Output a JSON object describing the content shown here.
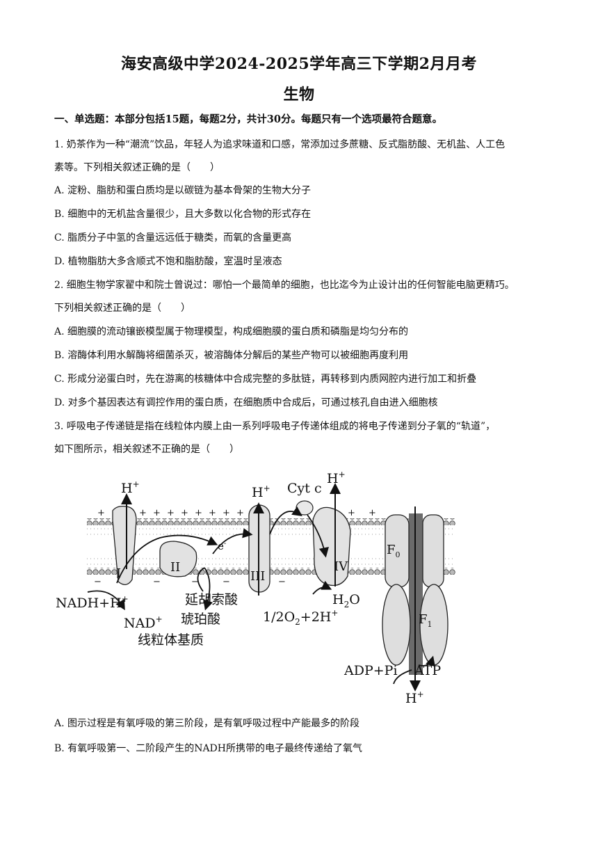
{
  "header": {
    "title": "海安高级中学2024-2025学年高三下学期2月月考",
    "subject": "生物"
  },
  "section1": {
    "heading": "一、单选题：本部分包括15题，每题2分，共计30分。每题只有一个选项最符合题意。"
  },
  "q1": {
    "stem_line1": "1. 奶茶作为一种“潮流”饮品，年轻人为追求味道和口感，常添加过多蔗糖、反式脂肪酸、无机盐、人工色",
    "stem_line2": "素等。下列相关叙述正确的是（　　）",
    "A": "A. 淀粉、脂肪和蛋白质均是以碳链为基本骨架的生物大分子",
    "B": "B. 细胞中的无机盐含量很少，且大多数以化合物的形式存在",
    "C": "C. 脂质分子中氢的含量远远低于糖类，而氧的含量更高",
    "D": "D. 植物脂肪大多含顺式不饱和脂肪酸，室温时呈液态"
  },
  "q2": {
    "stem_line1": "2. 细胞生物学家翟中和院士曾说过：哪怕一个最简单的细胞，也比迄今为止设计出的任何智能电脑更精巧。",
    "stem_line2": "下列相关叙述正确的是（　　）",
    "A": "A. 细胞膜的流动镶嵌模型属于物理模型，构成细胞膜的蛋白质和磷脂是均匀分布的",
    "B": "B. 溶酶体利用水解酶将细菌杀灭，被溶酶体分解后的某些产物可以被细胞再度利用",
    "C": "C. 形成分泌蛋白时，先在游离的核糖体中合成完整的多肽链，再转移到内质网腔内进行加工和折叠",
    "D": "D. 对多个基因表达有调控作用的蛋白质，在细胞质中合成后，可通过核孔自由进入细胞核"
  },
  "q3": {
    "stem_line1": "3. 呼吸电子传递链是指在线粒体内膜上由一系列呼吸电子传递体组成的将电子传递到分子氧的“轨道”，",
    "stem_line2": "如下图所示，相关叙述不正确的是（　　）",
    "A": "A. 图示过程是有氧呼吸的第三阶段，是有氧呼吸过程中产能最多的阶段",
    "B": "B. 有氧呼吸第一、二阶段产生的NADH所携带的电子最终传递给了氧气"
  },
  "figure": {
    "h_plus": "H",
    "sup_plus": "+",
    "cytc": "Cyt c",
    "electron": "e",
    "sup_minus": "-",
    "complex1": "I",
    "complex2": "II",
    "complex3": "III",
    "complex4": "IV",
    "f0": "F",
    "f0_sub": "0",
    "f1": "F",
    "f1_sub": "1",
    "nadh": "NADH+H",
    "nad": "NAD",
    "fumarate": "延胡索酸",
    "succinate": "琥珀酸",
    "matrix": "线粒体基质",
    "oxygen": "1/2O",
    "oxygen_sub": "2",
    "oxygen_tail": "+2H",
    "water": "H",
    "water_sub": "2",
    "water_tail": "O",
    "adp": "ADP+Pi",
    "atp": "ATP"
  }
}
